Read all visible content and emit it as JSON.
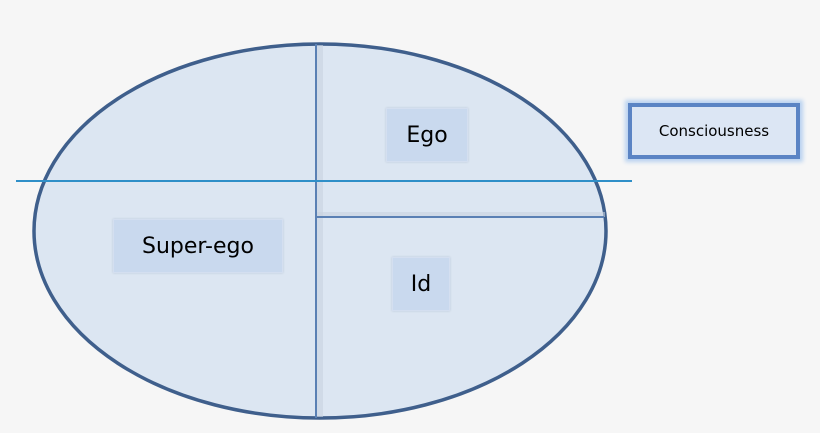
{
  "diagram": {
    "type": "structural model of the psyche",
    "regions": [
      {
        "id": "super-ego",
        "label": "Super-ego"
      },
      {
        "id": "ego",
        "label": "Ego"
      },
      {
        "id": "id",
        "label": "Id"
      }
    ],
    "consciousness_line_label": "Consciousness",
    "colors": {
      "ellipse_fill": "#dce6f2",
      "ellipse_stroke": "#3f5f8c",
      "divider": "#5a80b4",
      "consciousness_line": "#2f8fc8",
      "label_fill": "#c9d9ee",
      "consciousness_border": "#5b84c4",
      "background": "#f6f6f6"
    }
  }
}
